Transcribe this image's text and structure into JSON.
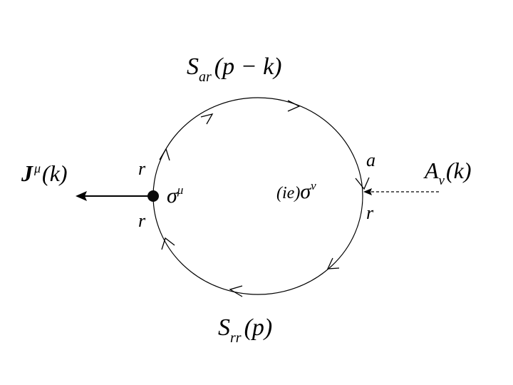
{
  "labels": {
    "top_propagator": {
      "main": "S",
      "sub": "ar",
      "arg": "(p − k)"
    },
    "bottom_propagator": {
      "main": "S",
      "sub": "rr",
      "arg": "(p)"
    },
    "current": {
      "main": "J",
      "sup": "μ",
      "arg": "(k)"
    },
    "left_vertex": {
      "main": "σ",
      "sup": "μ"
    },
    "right_vertex": {
      "prefix": "(ie)",
      "main": "σ",
      "sup": "ν"
    },
    "gauge_field": {
      "main": "A",
      "sub": "ν",
      "arg": "(k)"
    },
    "left_upper_index": "r",
    "left_lower_index": "r",
    "right_upper_index": "a",
    "right_lower_index": "r"
  }
}
